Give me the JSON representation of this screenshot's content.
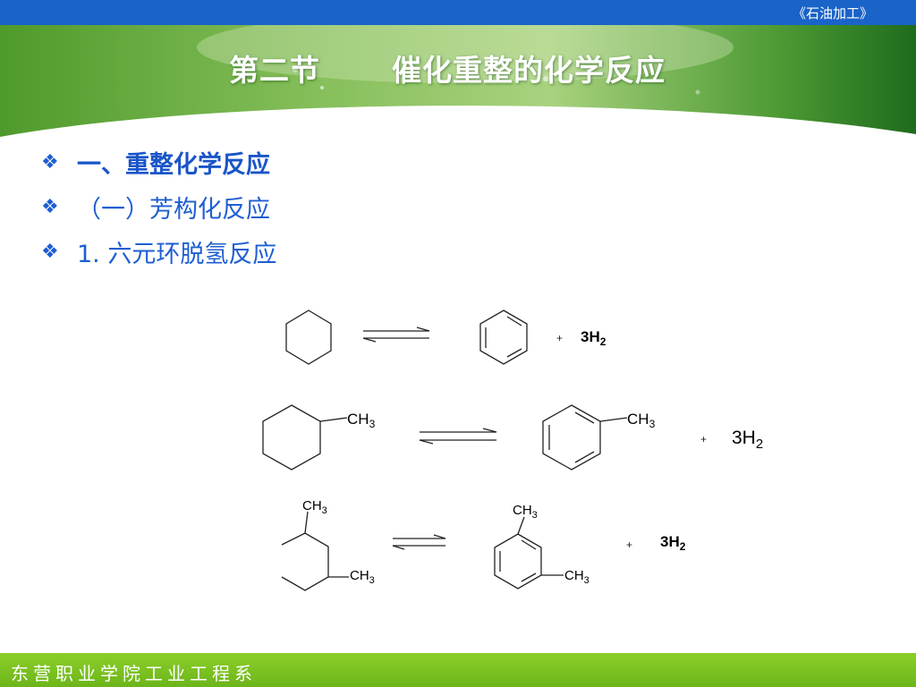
{
  "header": {
    "course": "《石油加工》"
  },
  "slide": {
    "title_part1": "第二节",
    "title_part2": "催化重整的化学反应",
    "bullets": [
      {
        "text": "一、重整化学反应"
      },
      {
        "text": "（一）芳构化反应"
      },
      {
        "text": "1. 六元环脱氢反应"
      }
    ]
  },
  "reactions": {
    "r1": {
      "plus": "+",
      "product_h2": "3H",
      "sub": "2"
    },
    "r2": {
      "reactant_group": "CH",
      "product_group": "CH",
      "sub3": "3",
      "plus": "+",
      "product_h2": "3H",
      "sub2": "2"
    },
    "r3": {
      "reactant_top": "CH",
      "reactant_bottom": "CH",
      "product_top": "CH",
      "product_bottom": "CH",
      "sub3": "3",
      "plus": "+",
      "product_h2": "3H",
      "sub2": "2"
    }
  },
  "footer": {
    "text": "东营职业学院工业工程系"
  },
  "colors": {
    "topbar": "#1a63c8",
    "title_text": "#ffffff",
    "bullet_blue": "#1e5ed2",
    "footer_green": "#7ac022"
  }
}
